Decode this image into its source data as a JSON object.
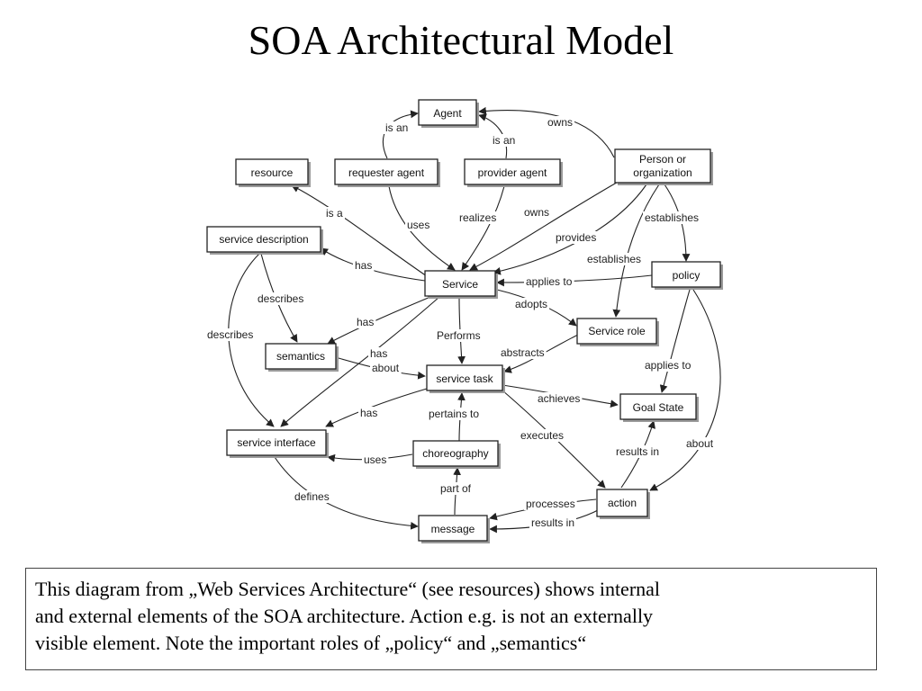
{
  "title": "SOA Architectural Model",
  "diagram": {
    "nodes": {
      "agent": "Agent",
      "person_org": [
        "Person or",
        "organization"
      ],
      "resource": "resource",
      "requester_agent": "requester agent",
      "provider_agent": "provider agent",
      "service_description": "service description",
      "service": "Service",
      "policy": "policy",
      "semantics": "semantics",
      "service_role": "Service role",
      "service_task": "service task",
      "goal_state": "Goal State",
      "service_interface": "service interface",
      "choreography": "choreography",
      "action": "action",
      "message": "message"
    },
    "edges": {
      "requester_is_an_agent": "is an",
      "provider_is_an_agent": "is an",
      "person_owns_agent": "owns",
      "service_is_a_resource": "is a",
      "requester_uses_service": "uses",
      "provider_realizes_service": "realizes",
      "person_owns_service": "owns",
      "person_provides_service": "provides",
      "person_establishes_policy": "establishes",
      "person_establishes_role": "establishes",
      "service_has_description": "has",
      "policy_applies_to_service": "applies to",
      "service_adopts_role": "adopts",
      "description_describes_semantics": "describes",
      "description_describes_interface": "describes",
      "service_has_semantics": "has",
      "service_performs_task": "Performs",
      "role_abstracts_task": "abstracts",
      "semantics_has": "has",
      "semantics_about": "about",
      "policy_applies_to_goal": "applies to",
      "task_achieves_goal": "achieves",
      "task_has_interface": "has",
      "choreography_pertains_to_task": "pertains to",
      "task_executes_action": "executes",
      "action_results_in_goal": "results in",
      "policy_about_action": "about",
      "interface_uses_choreography": "uses",
      "message_part_of_choreography": "part of",
      "interface_defines_message": "defines",
      "action_processes_message": "processes",
      "action_results_in_message": "results in"
    }
  },
  "caption": {
    "line1": "This diagram from „Web Services Architecture“ (see resources) shows internal",
    "line2": "and external elements of the SOA architecture. Action e.g. is not an externally",
    "line3": "visible element. Note the important roles of „policy“ and „semantics“"
  }
}
